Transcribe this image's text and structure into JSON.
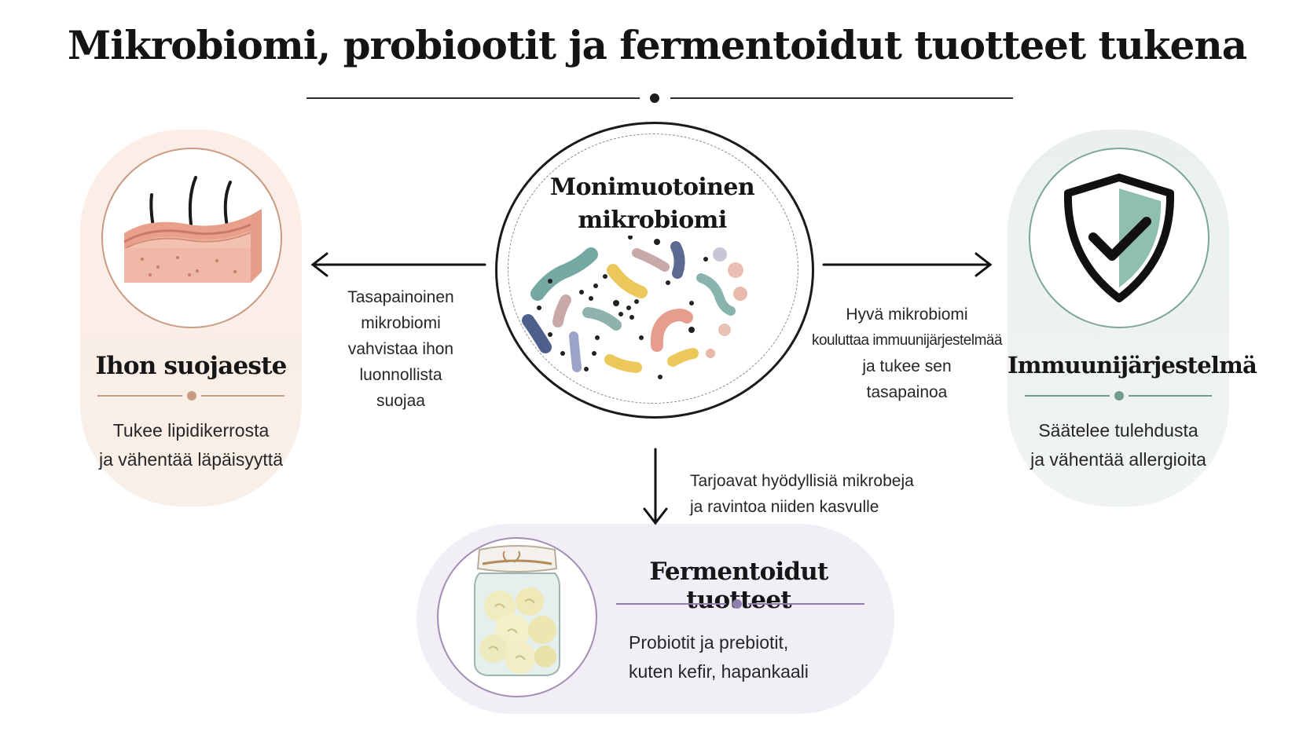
{
  "title": "Mikrobiomi, probiootit ja fermentoidut tuotteet tukena",
  "center": {
    "title_line1": "Monimuotoinen",
    "title_line2": "mikrobiomi"
  },
  "skin": {
    "title": "Ihon suojaeste",
    "desc_line1": "Tukee lipidikerrosta",
    "desc_line2": "ja vähentää läpäisyyttä",
    "accent": "#c79b86"
  },
  "immune": {
    "title": "Immuunijärjestelmä",
    "desc_line1": "Säätelee tulehdusta",
    "desc_line2": "ja vähentää allergioita",
    "accent": "#6f9c8c"
  },
  "fermented": {
    "title": "Fermentoidut tuotteet",
    "desc_line1": "Probiotit ja prebiotit,",
    "desc_line2": "kuten kefir, hapankaali",
    "accent": "#8f7fae"
  },
  "arrow_left": {
    "lines": [
      "Tasapainoinen",
      "mikrobiomi",
      "vahvistaa ihon",
      "luonnollista",
      "suojaa"
    ]
  },
  "arrow_right": {
    "lines": [
      "Hyvä mikrobiomi",
      "kouluttaa immuunijärjestelmää",
      "ja tukee sen",
      "tasapainoa"
    ]
  },
  "arrow_down": {
    "lines": [
      "Tarjoavat hyödyllisiä mikrobeja",
      "ja ravintoa niiden kasvulle"
    ]
  },
  "icons": {
    "skin": "skin-layer-icon",
    "immune": "shield-check-icon",
    "fermented": "fermented-jar-icon",
    "microbes": "microbes-icon"
  }
}
